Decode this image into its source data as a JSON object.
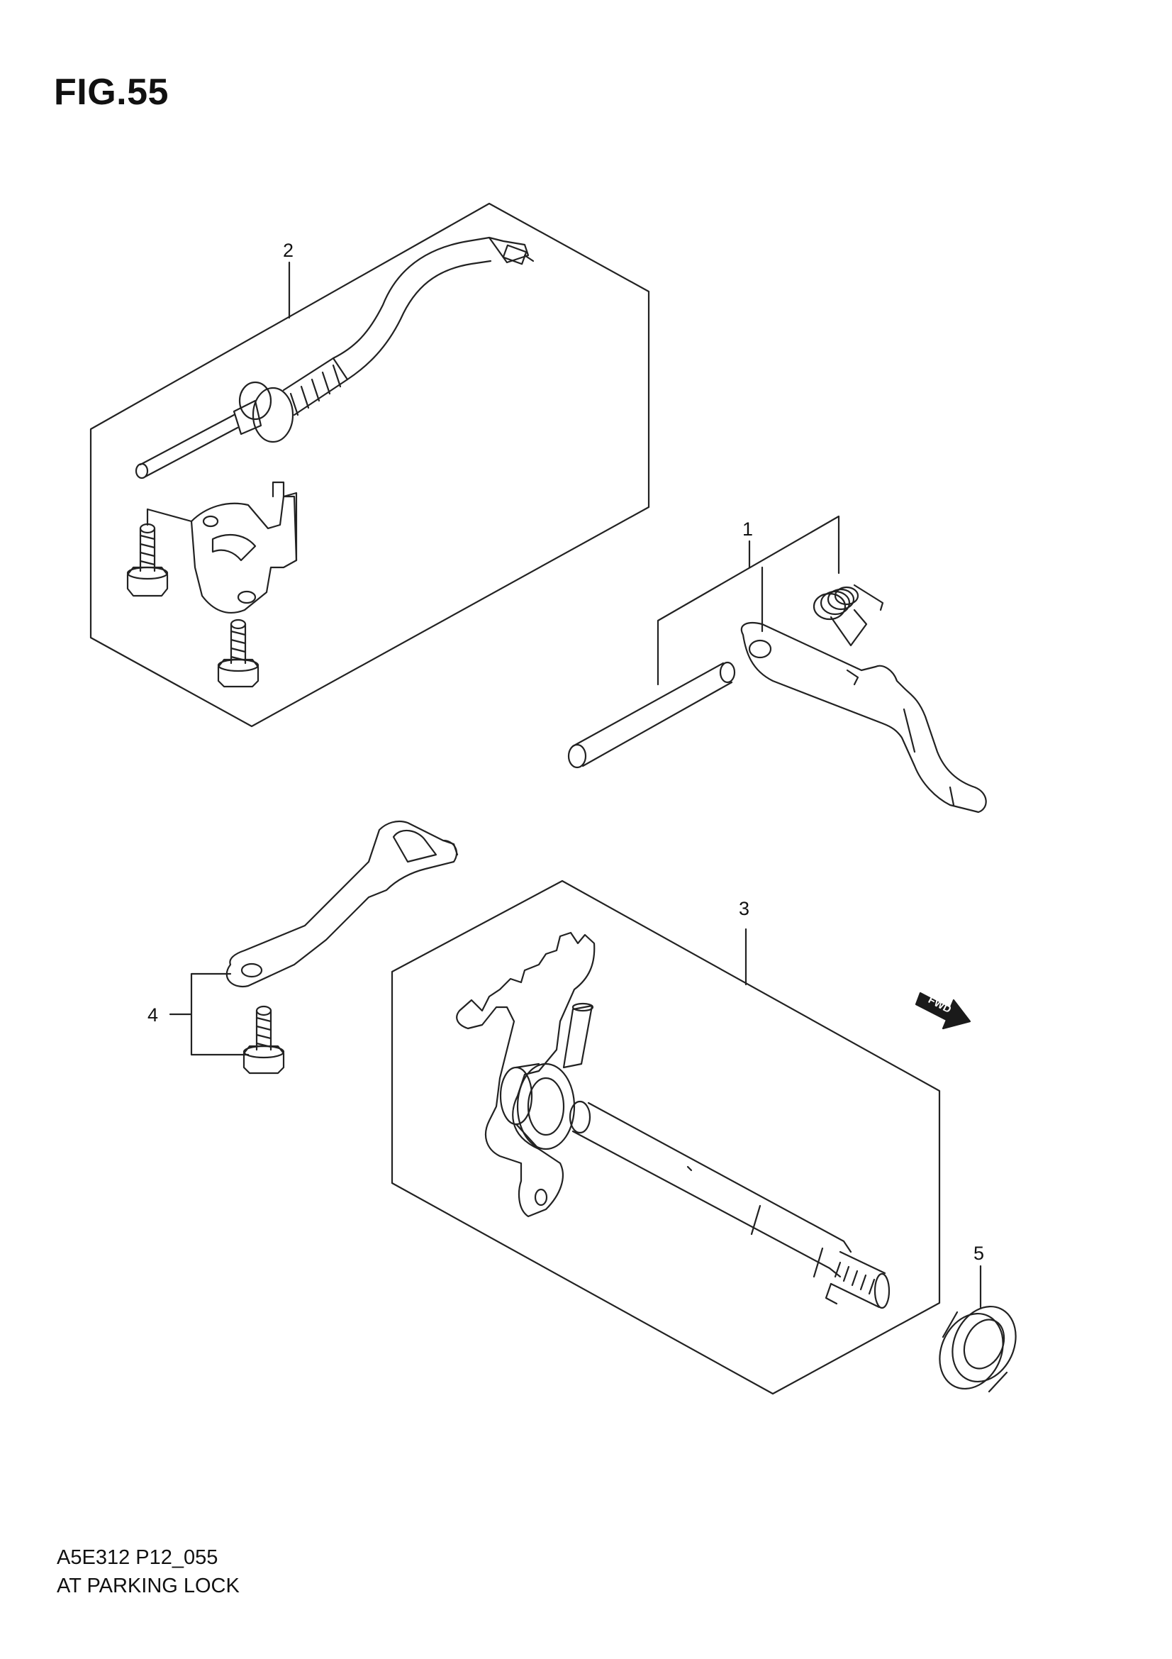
{
  "figure": {
    "title": "FIG.55",
    "reference_code": "A5E312 P12_055",
    "caption": "AT PARKING LOCK"
  },
  "callouts": [
    "1",
    "2",
    "3",
    "4",
    "5"
  ],
  "direction_marker": "FWD",
  "colors": {
    "line": "#222222",
    "fwd_fill": "#1a1a1a",
    "background": "#ffffff"
  }
}
